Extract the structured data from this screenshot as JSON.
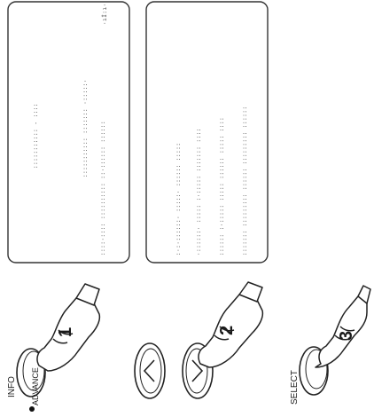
{
  "figure": {
    "left_screen": {
      "top_dots": "·ıİ:ı·",
      "text_rows": [
        ":::::::::::  -  ::::",
        "::::::::::: ::::::: ·:::::·",
        "::::·::::  :::::::::: ::·:::::: ::::::"
      ]
    },
    "right_screen": {
      "text_rows": [
        ":·:·::::::·  :::::· :::::: :::::",
        "·::::::· ::::: :·::::: :::::::  ::::",
        "::::::  :·::::: ::::: :::::: ::::: ::::",
        "::::::: ::::::::: :::::: ::::::::: ::::::"
      ]
    },
    "steps": [
      {
        "number": "1",
        "button_label": "INFO",
        "sub_label": "ADVANCE"
      },
      {
        "number": "2"
      },
      {
        "number": "3",
        "button_label": "SELECT"
      }
    ]
  }
}
